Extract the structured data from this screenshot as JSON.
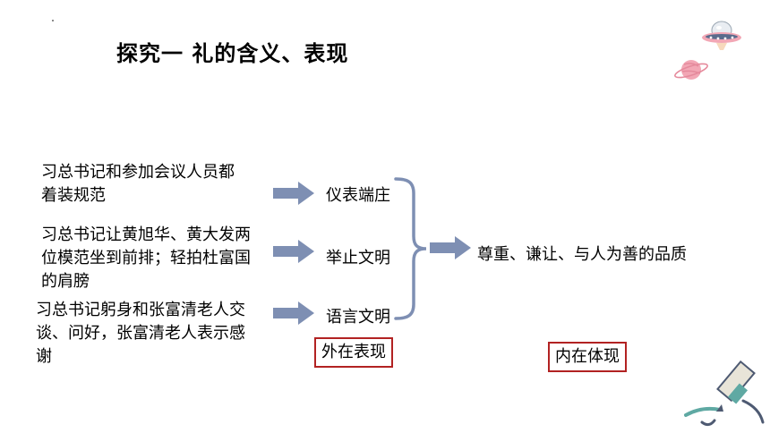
{
  "title": "探究一  礼的含义、表现",
  "examples": [
    "习总书记和参加会议人员都着装规范",
    "习总书记让黄旭华、黄大发两位模范坐到前排；轻拍杜富国的肩膀",
    "习总书记躬身和张富清老人交谈、问好，张富清老人表示感谢"
  ],
  "manifestations": [
    "仪表端庄",
    "举止文明",
    "语言文明"
  ],
  "quality": "尊重、谦让、与人为善的品质",
  "outer_label": "外在表现",
  "inner_label": "内在体现",
  "colors": {
    "arrow": "#7e8fb3",
    "bracket": "#7e8fb3",
    "box_border": "#b22222"
  }
}
